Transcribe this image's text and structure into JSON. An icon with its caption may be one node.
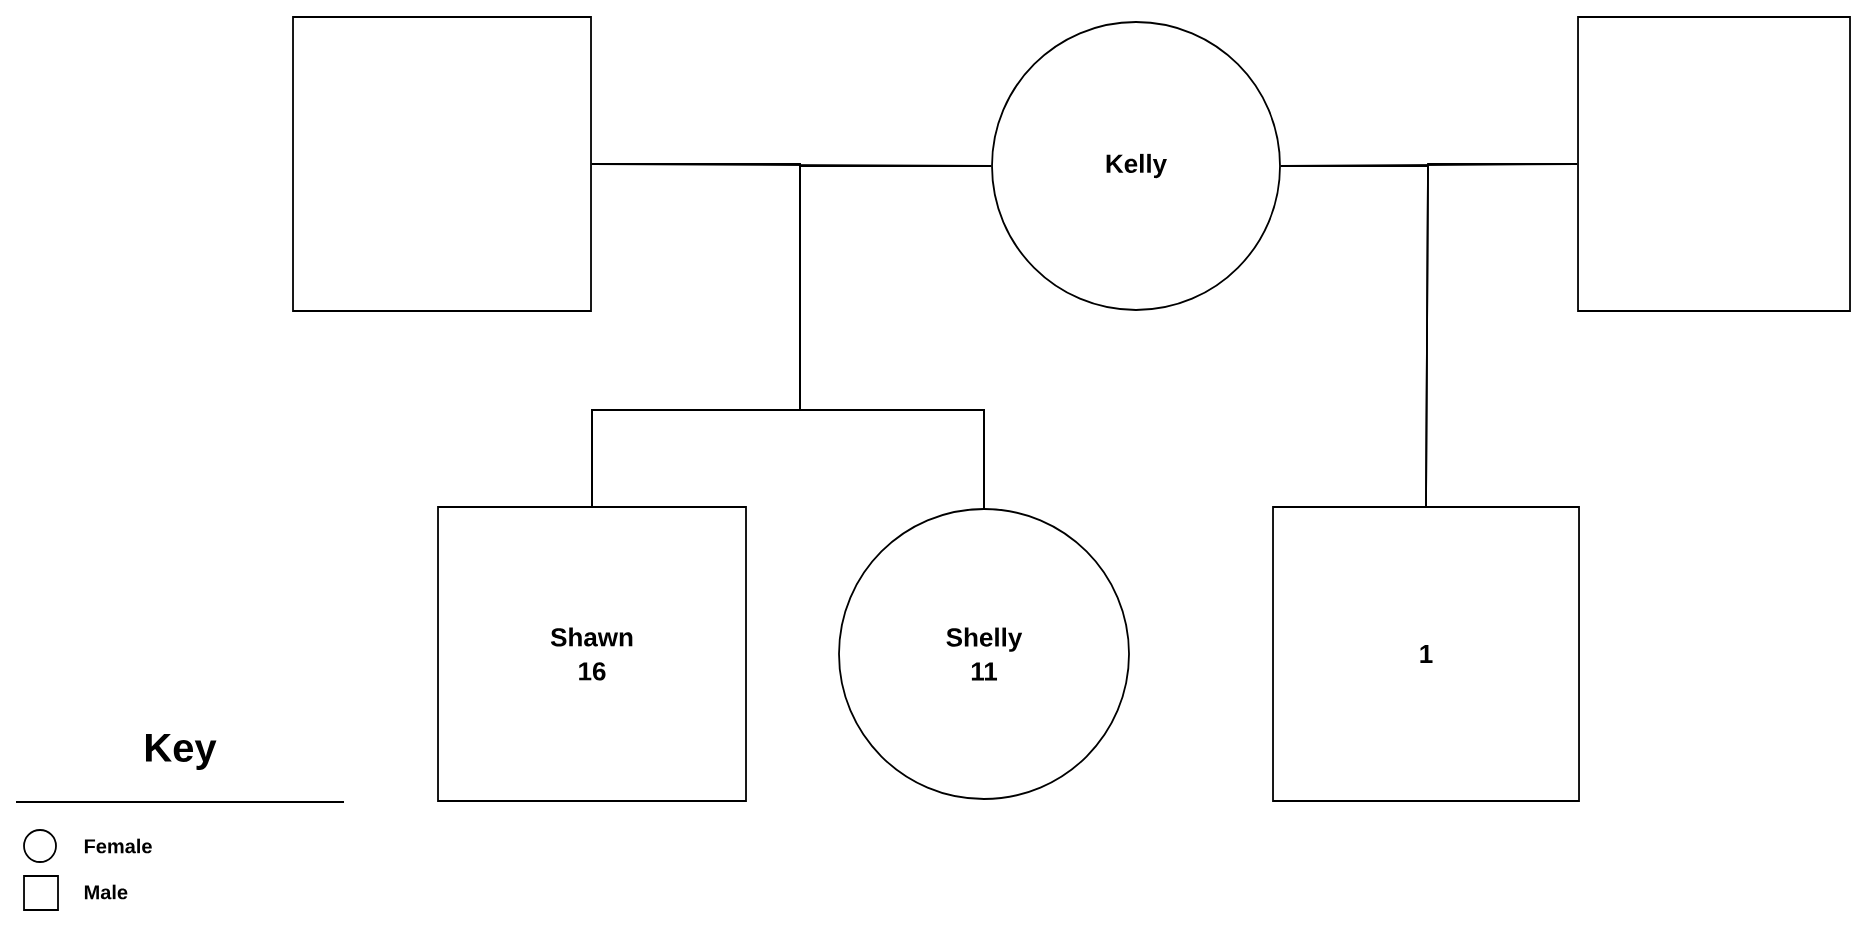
{
  "diagram": {
    "nodes": [
      {
        "text": [],
        "shape": "box"
      },
      {
        "text": [
          "Kelly"
        ]
      },
      {
        "text": [],
        "shape": "box"
      },
      {
        "text": [
          "Shawn",
          "16"
        ]
      },
      {
        "text": [
          "Shelly",
          "11"
        ]
      },
      {
        "text": [
          "1"
        ]
      }
    ],
    "edges": [
      {
        "from": 0,
        "to": 1,
        "arrow": "none"
      },
      {
        "from": 1,
        "to": 2,
        "arrow": "none"
      },
      {
        "from": 0,
        "to": 3,
        "arrow": "none"
      },
      {
        "from": 1,
        "to": 3,
        "arrow": "none"
      },
      {
        "from": 0,
        "to": 4,
        "arrow": "none"
      },
      {
        "from": 1,
        "to": 4,
        "arrow": "none"
      },
      {
        "from": 1,
        "to": 5,
        "arrow": "none"
      },
      {
        "from": 2,
        "to": 5,
        "arrow": "none"
      }
    ],
    "labels": [
      "Key"
    ],
    "legend": [
      {
        "text": "Female"
      },
      {
        "text": "Male"
      }
    ]
  }
}
